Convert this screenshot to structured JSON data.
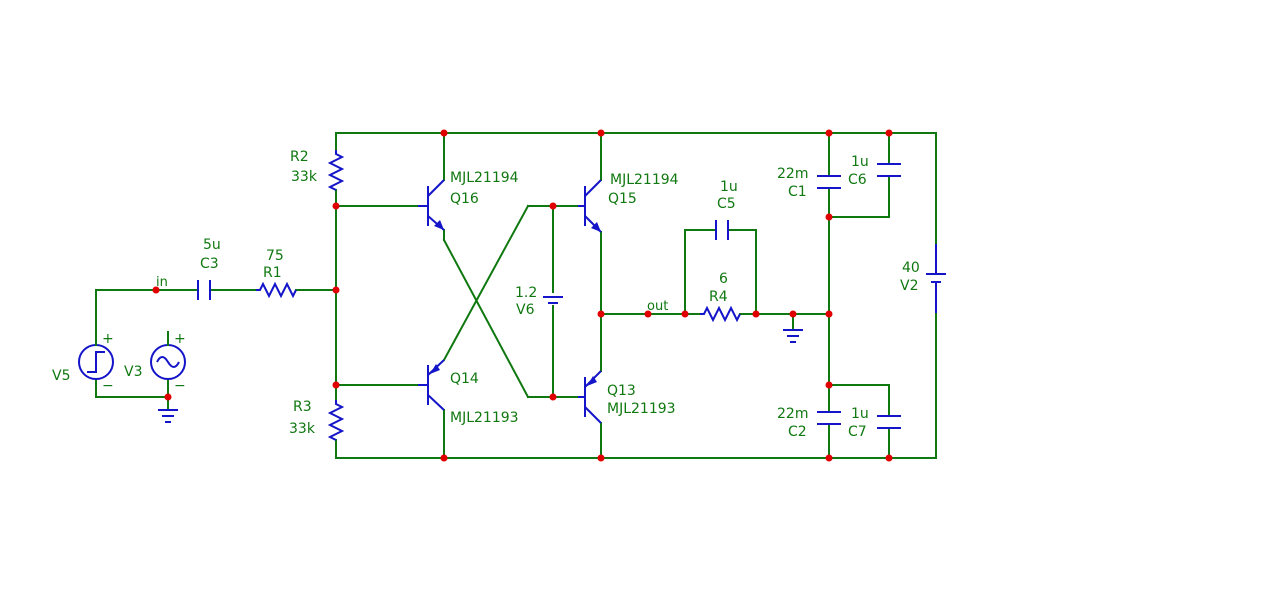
{
  "colors": {
    "wire": "#107810",
    "component": "#1414c8",
    "label": "#107810",
    "node": "#e00000",
    "background": "#ffffff"
  },
  "components": {
    "R1": {
      "ref": "R1",
      "value": "75"
    },
    "R2": {
      "ref": "R2",
      "value": "33k"
    },
    "R3": {
      "ref": "R3",
      "value": "33k"
    },
    "R4": {
      "ref": "R4",
      "value": "6"
    },
    "C1": {
      "ref": "C1",
      "value": "22m"
    },
    "C2": {
      "ref": "C2",
      "value": "22m"
    },
    "C3": {
      "ref": "C3",
      "value": "5u"
    },
    "C5": {
      "ref": "C5",
      "value": "1u"
    },
    "C6": {
      "ref": "C6",
      "value": "1u"
    },
    "C7": {
      "ref": "C7",
      "value": "1u"
    },
    "Q13": {
      "ref": "Q13",
      "value": "MJL21193"
    },
    "Q14": {
      "ref": "Q14",
      "value": "MJL21193"
    },
    "Q15": {
      "ref": "Q15",
      "value": "MJL21194"
    },
    "Q16": {
      "ref": "Q16",
      "value": "MJL21194"
    },
    "V2": {
      "ref": "V2",
      "value": "40"
    },
    "V3": {
      "ref": "V3",
      "value": ""
    },
    "V5": {
      "ref": "V5",
      "value": ""
    },
    "V6": {
      "ref": "V6",
      "value": "1.2"
    }
  },
  "nets": {
    "input": "in",
    "output": "out"
  },
  "symbols": {
    "plus": "+",
    "minus": "−"
  }
}
